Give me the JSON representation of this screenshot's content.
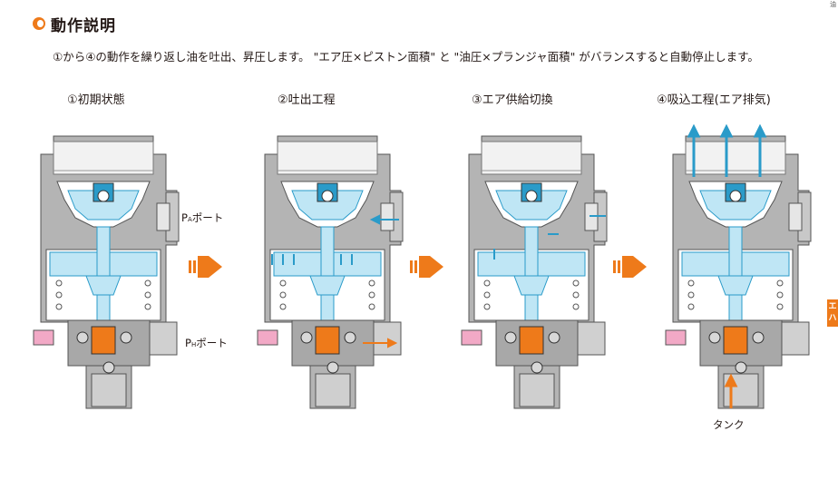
{
  "corner_mark": "油",
  "heading": {
    "title": "動作説明"
  },
  "description": "①から④の動作を繰り返し油を吐出、昇圧します。 \"エア圧×ピストン面積\" と \"油圧×プランジャ面積\" がバランスすると自動停止します。",
  "steps": [
    {
      "label": "①初期状態"
    },
    {
      "label": "②吐出工程"
    },
    {
      "label": "③エア供給切換"
    },
    {
      "label": "④吸込工程(エア排気)"
    }
  ],
  "ports": {
    "pa": {
      "main": "P",
      "sub": "A",
      "suffix": "ポート"
    },
    "ph": {
      "main": "P",
      "sub": "H",
      "suffix": "ポート"
    }
  },
  "tank_label": "タンク",
  "side_tab": {
    "line1": "エ",
    "line2": "ハ"
  },
  "colors": {
    "accent": "#ee7a1a",
    "air": "#2a9bc9",
    "air_fill": "#bfe6f5",
    "body": "#b4b4b4",
    "body_dark": "#7a7a7a",
    "pink": "#f2a9c6"
  }
}
